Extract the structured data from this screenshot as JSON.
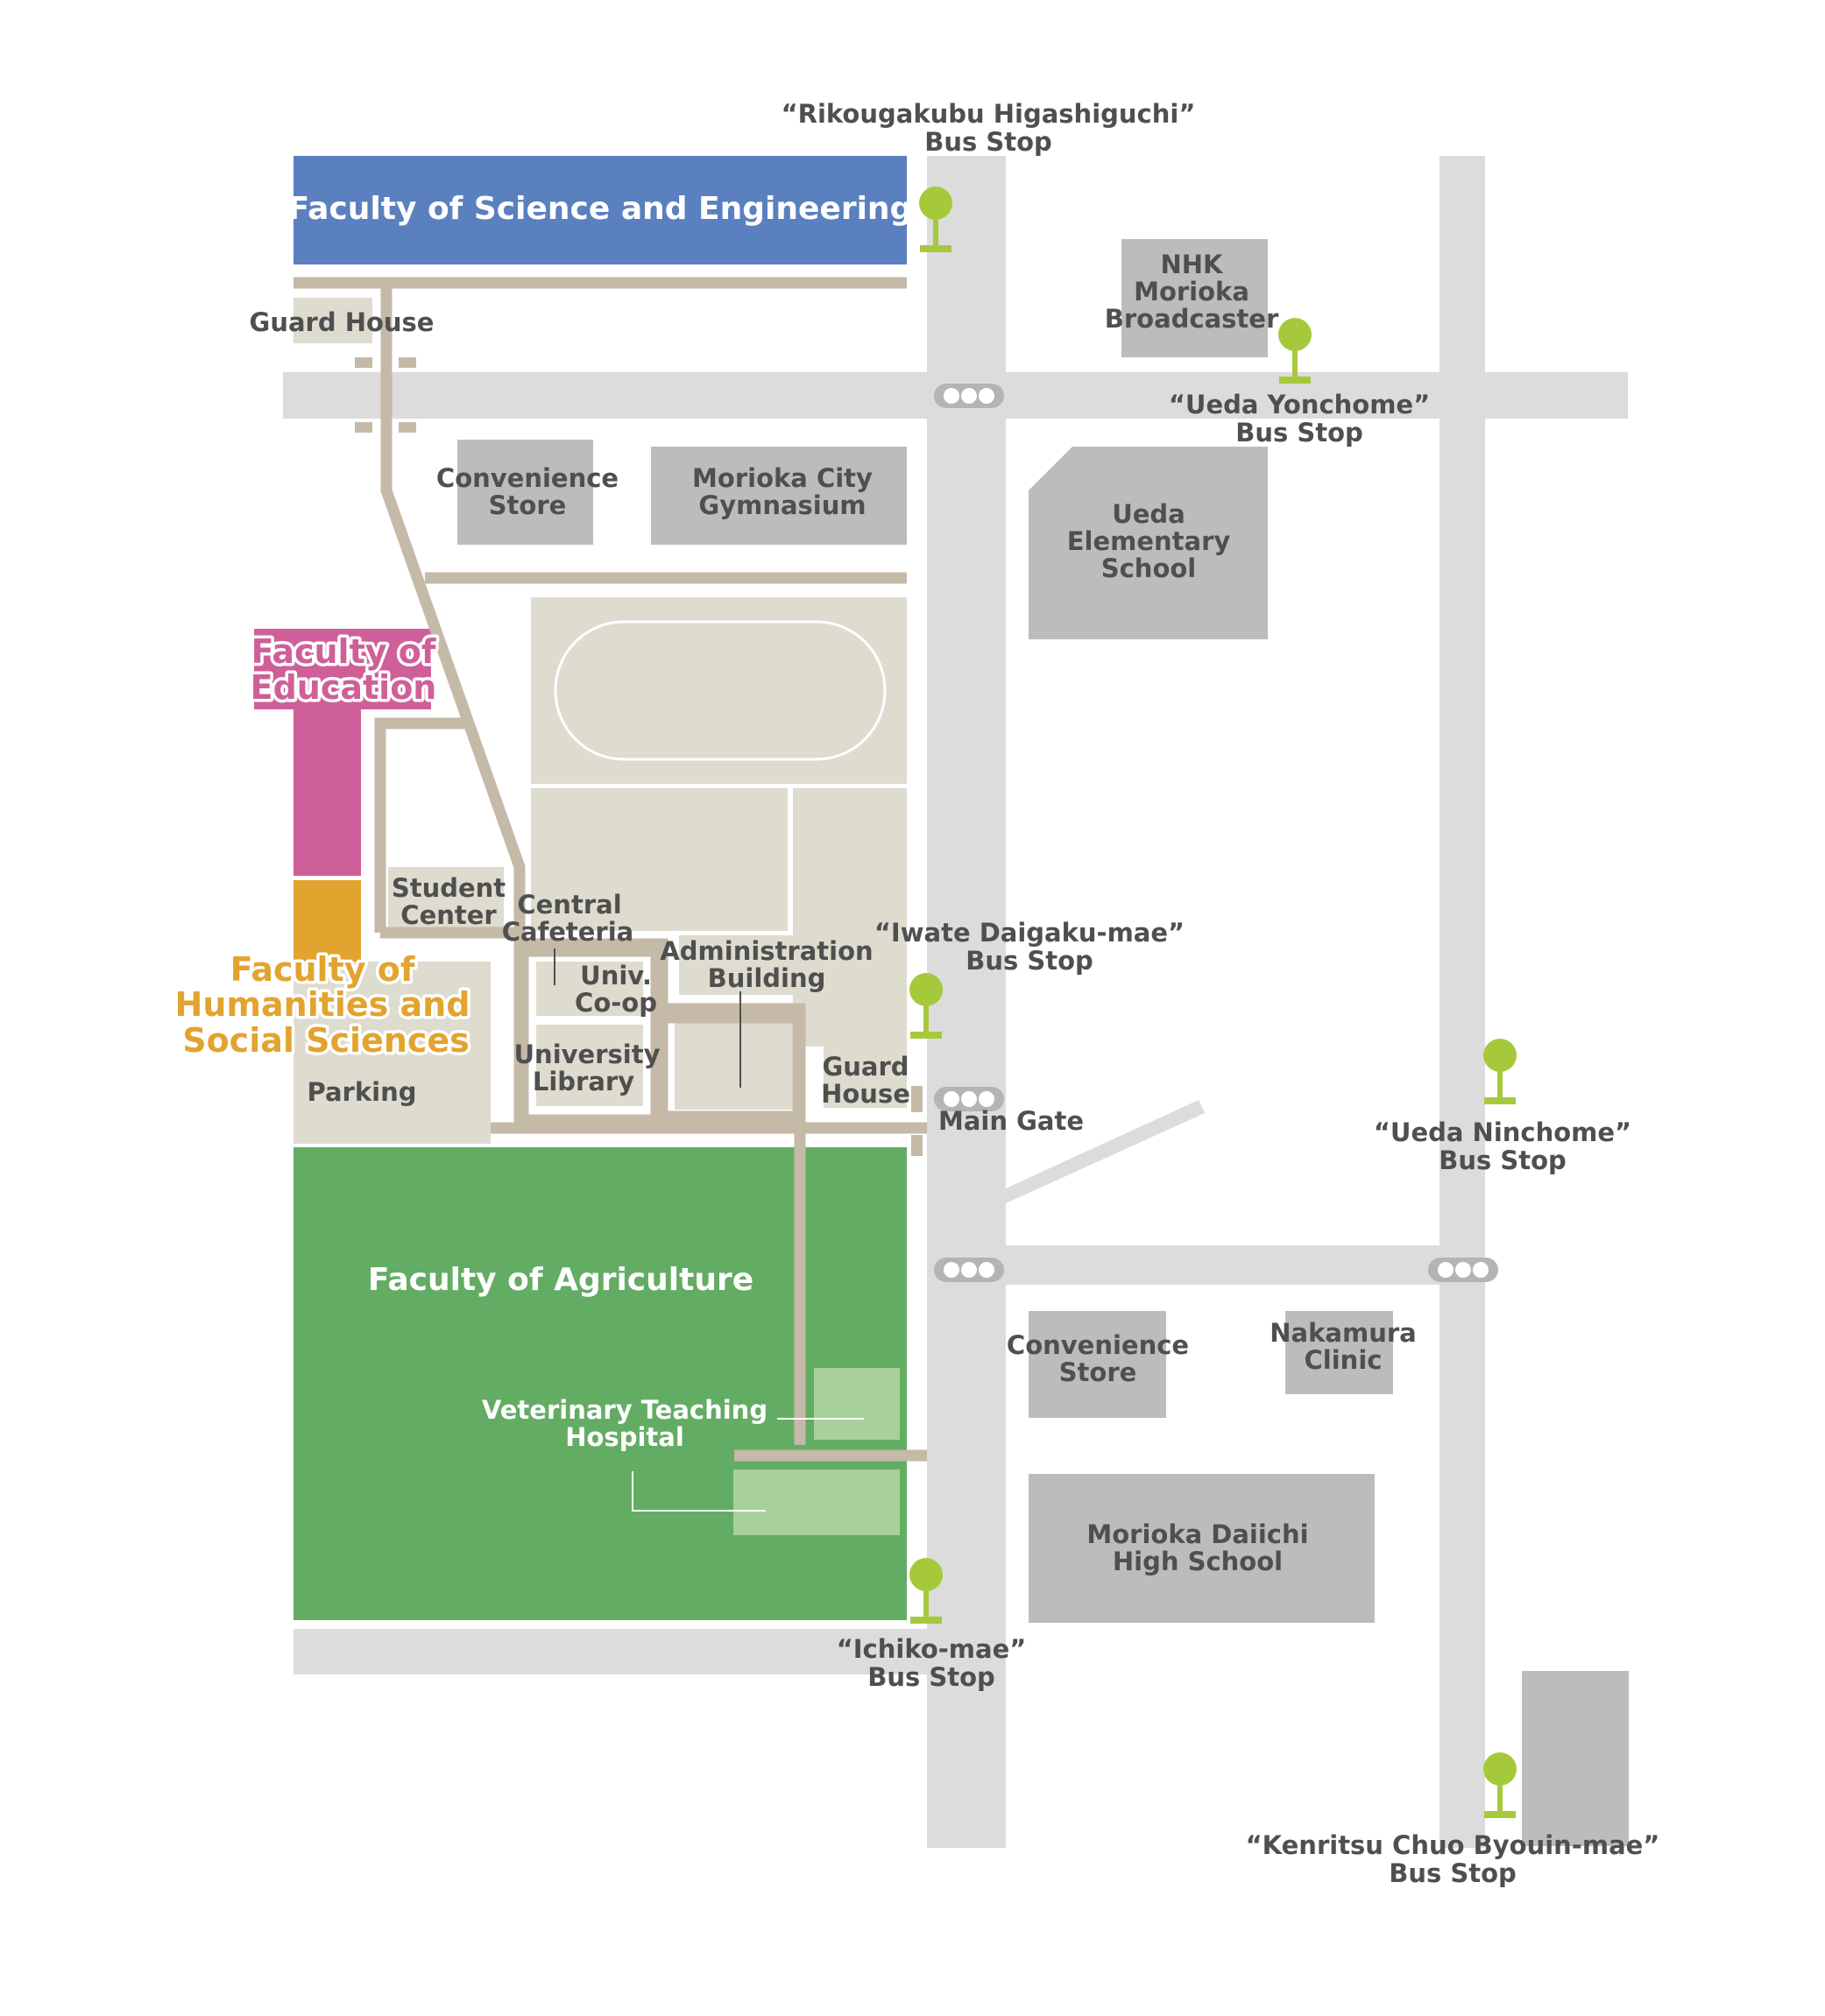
{
  "colors": {
    "road": "#dcdcdc",
    "path": "#c5b9a8",
    "campus_building": "#dedbcf",
    "offcampus_building": "#bcbcbd",
    "science_engineering": "#5b80c0",
    "education": "#cf5f99",
    "humanities": "#e2a42f",
    "agriculture": "#63ac64",
    "vet_hospital": "#a8d09a",
    "bus_stop": "#a6c93c",
    "label_dark": "#4f4f4f",
    "label_white": "#ffffff"
  },
  "faculties": {
    "science": {
      "name": "Faculty of Science and Engineering"
    },
    "education": {
      "line1": "Faculty of",
      "line2": "Education"
    },
    "humanities": {
      "line1": "Faculty of",
      "line2": "Humanities and",
      "line3": "Social Sciences"
    },
    "agriculture": {
      "name": "Faculty of Agriculture"
    }
  },
  "campus_buildings": {
    "guard_house_north": {
      "label": "Guard House"
    },
    "student_center": {
      "line1": "Student",
      "line2": "Center"
    },
    "central_cafeteria": {
      "line1": "Central",
      "line2": "Cafeteria"
    },
    "univ_coop": {
      "line1": "Univ.",
      "line2": "Co-op"
    },
    "university_library": {
      "line1": "University",
      "line2": "Library"
    },
    "administration": {
      "line1": "Administration",
      "line2": "Building"
    },
    "guard_house_south": {
      "line1": "Guard",
      "line2": "House"
    },
    "parking": {
      "label": "Parking"
    },
    "main_gate": {
      "label": "Main Gate"
    },
    "vet_hospital": {
      "line1": "Veterinary Teaching",
      "line2": "Hospital"
    }
  },
  "landmarks": {
    "convenience_store_north": {
      "line1": "Convenience",
      "line2": "Store"
    },
    "gymnasium": {
      "line1": "Morioka City",
      "line2": "Gymnasium"
    },
    "nhk": {
      "line1": "NHK",
      "line2": "Morioka",
      "line3": "Broadcaster"
    },
    "ueda_elementary": {
      "line1": "Ueda",
      "line2": "Elementary",
      "line3": "School"
    },
    "convenience_store_south": {
      "line1": "Convenience",
      "line2": "Store"
    },
    "nakamura_clinic": {
      "line1": "Nakamura",
      "line2": "Clinic"
    },
    "daiichi_high": {
      "line1": "Morioka Daiichi",
      "line2": "High School"
    }
  },
  "bus_stops": [
    {
      "name": "“Rikougakubu Higashiguchi”",
      "suffix": "Bus Stop"
    },
    {
      "name": "“Ueda Yonchome”",
      "suffix": "Bus Stop"
    },
    {
      "name": "“Iwate Daigaku-mae”",
      "suffix": "Bus Stop"
    },
    {
      "name": "“Ueda Ninchome”",
      "suffix": "Bus Stop"
    },
    {
      "name": "“Ichiko-mae”",
      "suffix": "Bus Stop"
    },
    {
      "name": "“Kenritsu Chuo Byouin-mae”",
      "suffix": "Bus Stop"
    }
  ]
}
